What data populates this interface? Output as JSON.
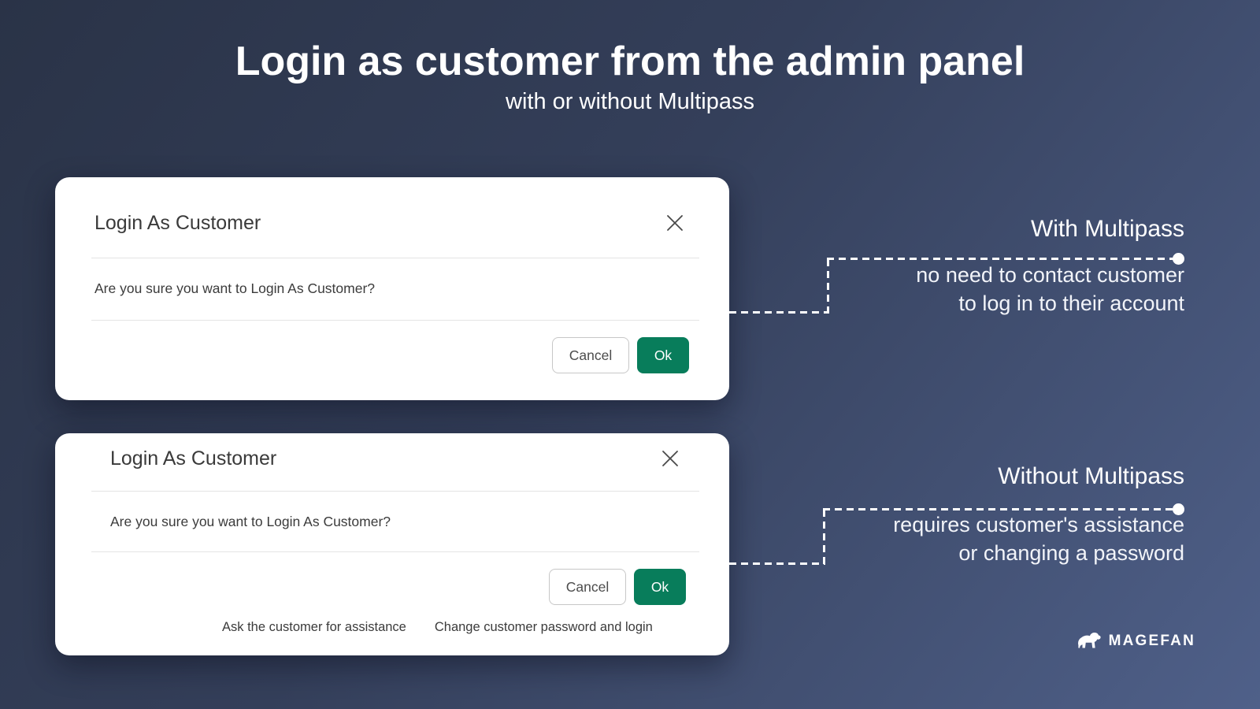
{
  "header": {
    "title": "Login as customer from the admin panel",
    "subtitle": "with or without Multipass"
  },
  "modals": {
    "with_multipass": {
      "title": "Login As Customer",
      "body": "Are you sure you want to Login As Customer?",
      "cancel_label": "Cancel",
      "ok_label": "Ok"
    },
    "without_multipass": {
      "title": "Login As Customer",
      "body": "Are you sure you want to Login As Customer?",
      "cancel_label": "Cancel",
      "ok_label": "Ok",
      "links": [
        "Ask the customer for assistance",
        "Change customer password and login"
      ]
    }
  },
  "annotations": {
    "with": {
      "heading": "With Multipass",
      "line1": "no need to contact customer",
      "line2": "to log in to their account"
    },
    "without": {
      "heading": "Without Multipass",
      "line1": "requires customer's assistance",
      "line2": "or changing a password"
    }
  },
  "logo": {
    "text": "MAGEFAN"
  },
  "icons": {
    "modal_close": "x-mark",
    "connector_dot": "filled-circle",
    "brand": "gorilla-silhouette"
  },
  "colors": {
    "background_from": "#2a3347",
    "background_to": "#4f6089",
    "ok_button_green": "#087d5b",
    "modal_background": "#ffffff",
    "modal_text": "#3b3b3b",
    "annotation_text": "#ffffff"
  }
}
